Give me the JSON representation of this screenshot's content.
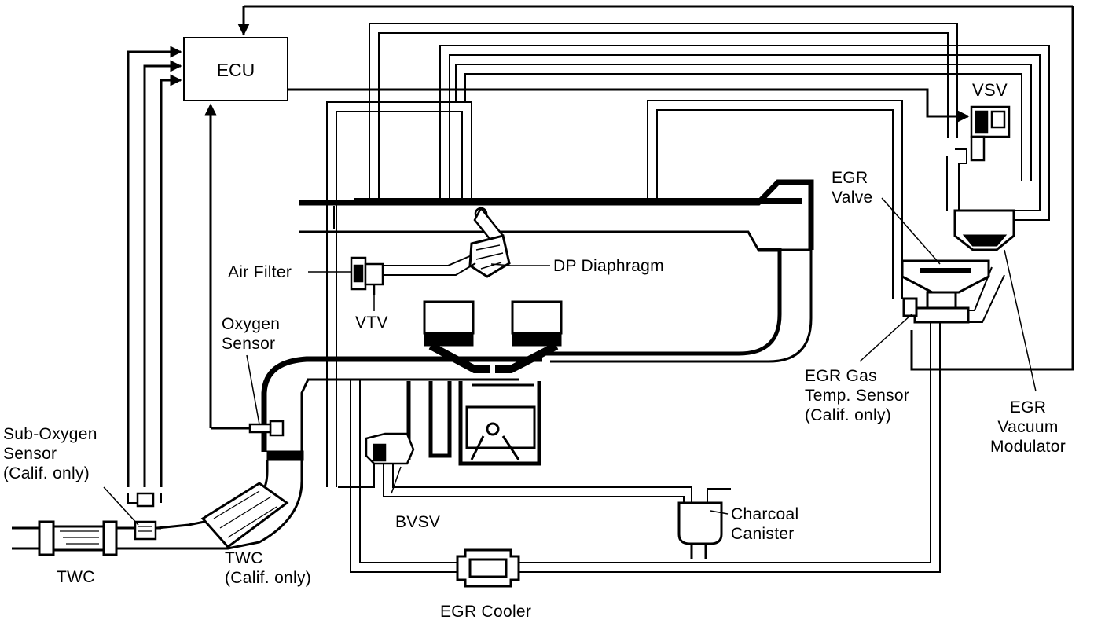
{
  "labels": {
    "ecu": "ECU",
    "vsv": "VSV",
    "egr_valve": [
      "EGR",
      "Valve"
    ],
    "air_filter": "Air Filter",
    "dp_diaphragm": "DP Diaphragm",
    "vtv": "VTV",
    "oxygen_sensor": [
      "Oxygen",
      "Sensor"
    ],
    "sub_oxygen_sensor": [
      "Sub-Oxygen",
      "Sensor",
      "(Calif. only)"
    ],
    "egr_gas_temp_sensor": [
      "EGR Gas",
      "Temp. Sensor",
      "(Calif. only)"
    ],
    "egr_vacuum_modulator": [
      "EGR",
      "Vacuum",
      "Modulator"
    ],
    "bvsv": "BVSV",
    "charcoal_canister": [
      "Charcoal",
      "Canister"
    ],
    "twc_main": "TWC",
    "twc_calif": [
      "TWC",
      "(Calif. only)"
    ],
    "egr_cooler": "EGR Cooler"
  },
  "colors": {
    "line": "#000000",
    "background": "#ffffff"
  }
}
